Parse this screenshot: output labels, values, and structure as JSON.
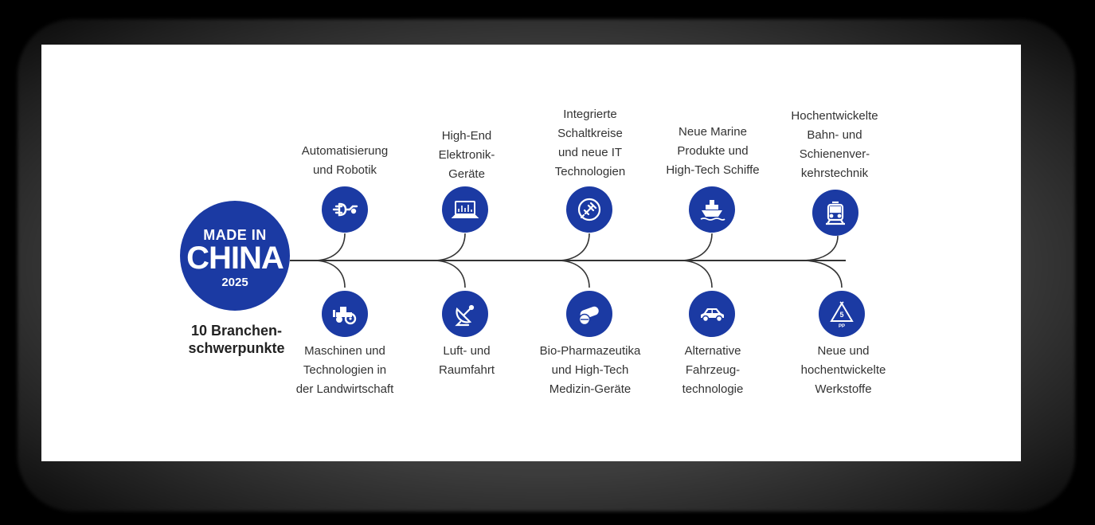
{
  "logo": {
    "line1": "MADE IN",
    "line2": "CHINA",
    "line3": "2025"
  },
  "caption": {
    "line1": "10 Branchen-",
    "line2": "schwerpunkte"
  },
  "sectors_top": [
    {
      "lines": [
        "Automatisierung",
        "und Robotik"
      ],
      "icon": "robot-arm-icon"
    },
    {
      "lines": [
        "High-End",
        "Elektronik-",
        "Geräte"
      ],
      "icon": "laptop-icon"
    },
    {
      "lines": [
        "Integrierte",
        "Schaltkreise",
        "und neue IT",
        "Technologien"
      ],
      "icon": "power-plug-icon"
    },
    {
      "lines": [
        "Neue Marine",
        "Produkte und",
        "High-Tech Schiffe"
      ],
      "icon": "ship-icon"
    },
    {
      "lines": [
        "Hochentwickelte",
        "Bahn- und",
        "Schienenver-",
        "kehrstechnik"
      ],
      "icon": "train-icon"
    }
  ],
  "sectors_bottom": [
    {
      "lines": [
        "Maschinen und",
        "Technologien in",
        "der Landwirtschaft"
      ],
      "icon": "tractor-icon"
    },
    {
      "lines": [
        "Luft- und",
        "Raumfahrt"
      ],
      "icon": "satellite-dish-icon"
    },
    {
      "lines": [
        "Bio-Pharmazeutika",
        "und High-Tech",
        "Medizin-Geräte"
      ],
      "icon": "pill-icon"
    },
    {
      "lines": [
        "Alternative",
        "Fahrzeug-",
        "technologie"
      ],
      "icon": "car-icon"
    },
    {
      "lines": [
        "Neue und",
        "hochentwickelte",
        "Werkstoffe"
      ],
      "icon": "recycling-icon"
    }
  ],
  "colors": {
    "accent": "#1b3aa3",
    "text": "#333333",
    "line": "#333333"
  }
}
